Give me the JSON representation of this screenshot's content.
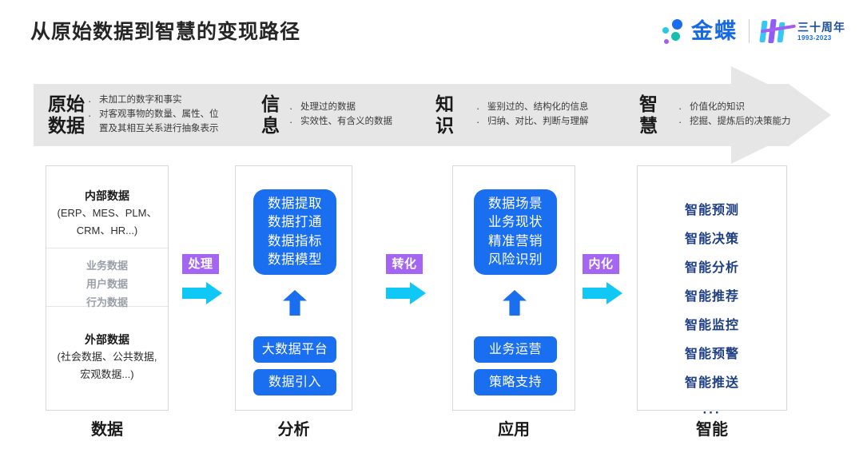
{
  "header": {
    "title": "从原始数据到智慧的变现路径",
    "logo": {
      "brand": "金蝶",
      "anniversary": "三十周年",
      "years": "1993-2023"
    }
  },
  "band": {
    "stages": [
      {
        "name": "原始\n数据",
        "name_line1": "原始",
        "name_line2": "数据",
        "bullets": [
          "未加工的数字和事实",
          "对客观事物的数量、属性、位",
          "置及其相互关系进行抽象表示"
        ]
      },
      {
        "name_line1": "信",
        "name_line2": "息",
        "bullets": [
          "处理过的数据",
          "实效性、有含义的数据"
        ]
      },
      {
        "name_line1": "知",
        "name_line2": "识",
        "bullets": [
          "鉴别过的、结构化的信息",
          "归纳、对比、判断与理解"
        ]
      },
      {
        "name_line1": "智",
        "name_line2": "慧",
        "bullets": [
          "价值化的知识",
          "挖掘、提炼后的决策能力"
        ]
      }
    ]
  },
  "columns": [
    {
      "label": "数据",
      "internal_title": "内部数据",
      "internal_sub_1": "(ERP、MES、PLM、",
      "internal_sub_2": "CRM、HR...)",
      "middle_items": [
        "业务数据",
        "用户数据",
        "行为数据"
      ],
      "external_title": "外部数据",
      "external_sub_1": "(社会数据、公共数据,",
      "external_sub_2": "宏观数据...)"
    },
    {
      "label": "分析",
      "box_items": [
        "数据提取",
        "数据打通",
        "数据指标",
        "数据模型"
      ],
      "pills": [
        "大数据平台",
        "数据引入"
      ]
    },
    {
      "label": "应用",
      "box_items": [
        "数据场景",
        "业务现状",
        "精准营销",
        "风险识别"
      ],
      "pills": [
        "业务运营",
        "策略支持"
      ]
    },
    {
      "label": "智能",
      "items": [
        "智能预测",
        "智能决策",
        "智能分析",
        "智能推荐",
        "智能监控",
        "智能预警",
        "智能推送"
      ],
      "ellipsis": "···"
    }
  ],
  "connectors": [
    {
      "label": "处理"
    },
    {
      "label": "转化"
    },
    {
      "label": "内化"
    }
  ],
  "colors": {
    "blue": "#1a6ef0",
    "purple": "#a465f2",
    "cyan": "#0fc8f5",
    "navy": "#1d3f83",
    "band_gray": "#e6e6e6"
  }
}
